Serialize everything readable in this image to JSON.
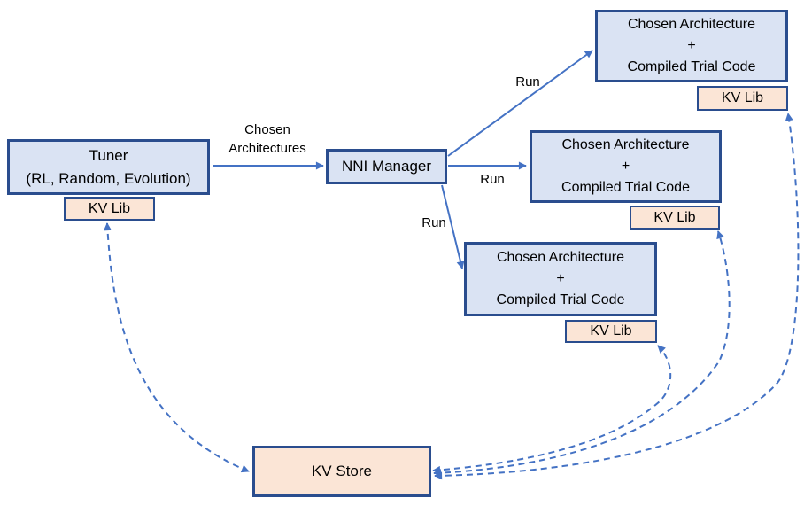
{
  "nodes": {
    "tuner": {
      "line1": "Tuner",
      "line2": "(RL, Random, Evolution)"
    },
    "tuner_kv_lib": "KV Lib",
    "nni_manager": "NNI Manager",
    "trials": [
      {
        "line1": "Chosen Architecture",
        "line2": "+",
        "line3": "Compiled Trial Code",
        "kv_lib": "KV Lib"
      },
      {
        "line1": "Chosen Architecture",
        "line2": "+",
        "line3": "Compiled Trial Code",
        "kv_lib": "KV Lib"
      },
      {
        "line1": "Chosen Architecture",
        "line2": "+",
        "line3": "Compiled Trial Code",
        "kv_lib": "KV Lib"
      }
    ],
    "kv_store": "KV Store"
  },
  "edge_labels": {
    "chosen_architectures_line1": "Chosen",
    "chosen_architectures_line2": "Architectures",
    "run": "Run"
  },
  "colors": {
    "node_fill_blue": "#dae3f3",
    "node_fill_peach": "#fbe5d6",
    "node_border": "#2a4d8e",
    "arrow_blue": "#4472c4",
    "text": "#000000",
    "background": "#ffffff"
  }
}
